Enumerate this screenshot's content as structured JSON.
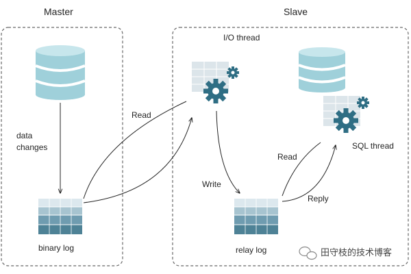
{
  "diagram": {
    "master": {
      "title": "Master",
      "data_changes": "data\nchanges",
      "binary_log": "binary log"
    },
    "slave": {
      "title": "Slave",
      "io_thread": "I/O thread",
      "sql_thread": "SQL thread",
      "relay_log": "relay log"
    },
    "edges": {
      "read_master": "Read",
      "write_relay": "Write",
      "read_relay": "Read",
      "reply": "Reply"
    },
    "watermark": {
      "text": "田守枝的技术博客",
      "icon": "wechat-icon"
    },
    "colors": {
      "db_blue": "#9fd0da",
      "log_dark": "#4e8296",
      "log_light": "#d7e6ec",
      "gear": "#2f6e84",
      "border": "#666666"
    }
  }
}
